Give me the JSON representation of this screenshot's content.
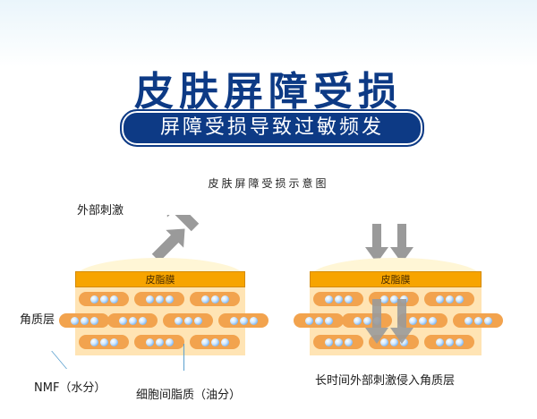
{
  "title": "皮肤屏障受损",
  "subtitle": "屏障受损导致过敏频发",
  "diagram": {
    "caption": "皮肤屏障受损示意图",
    "left": {
      "stimulus_label": "外部刺激",
      "sebum_label": "皮脂膜",
      "stratum_label": "角质层",
      "nmf_label": "NMF（水分）",
      "lipid_label": "细胞间脂质（油分）"
    },
    "right": {
      "sebum_label": "皮脂膜",
      "invasion_label": "长时间外部刺激侵入角质层"
    }
  },
  "colors": {
    "title": "#0d3a85",
    "sebum": "#f7a400",
    "stratum": "#ffe4b4",
    "cell": "#f2a34e",
    "arrow": "#9a9a9a",
    "leader": "#5aa0cf"
  }
}
